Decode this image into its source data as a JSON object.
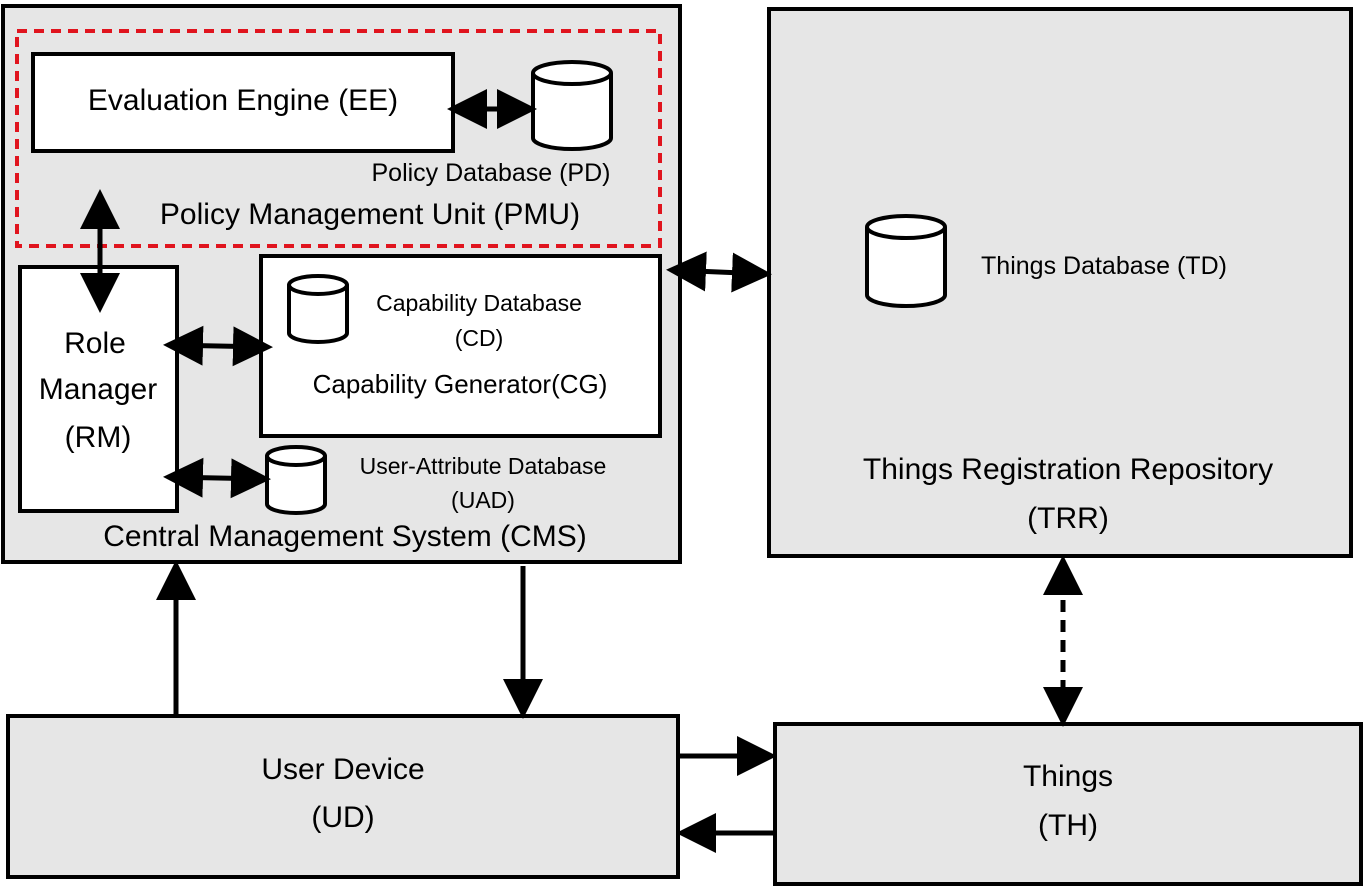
{
  "colors": {
    "box_fill": "#e6e6e6",
    "pmu_border": "#e0141e",
    "stroke": "#000000"
  },
  "cms": {
    "label": "Central Management System (CMS)"
  },
  "pmu": {
    "label": "Policy Management Unit (PMU)"
  },
  "ee": {
    "label": "Evaluation Engine (EE)"
  },
  "pd": {
    "label": "Policy Database (PD)"
  },
  "rm": {
    "line1": "Role",
    "line2": "Manager",
    "line3": "(RM)"
  },
  "cg": {
    "label": "Capability Generator(CG)"
  },
  "cd": {
    "line1": "Capability Database",
    "line2": "(CD)"
  },
  "uad": {
    "line1": "User-Attribute Database",
    "line2": "(UAD)"
  },
  "trr": {
    "line1": "Things Registration Repository",
    "line2": "(TRR)"
  },
  "td": {
    "label": "Things Database (TD)"
  },
  "ud": {
    "line1": "User Device",
    "line2": "(UD)"
  },
  "th": {
    "line1": "Things",
    "line2": "(TH)"
  }
}
